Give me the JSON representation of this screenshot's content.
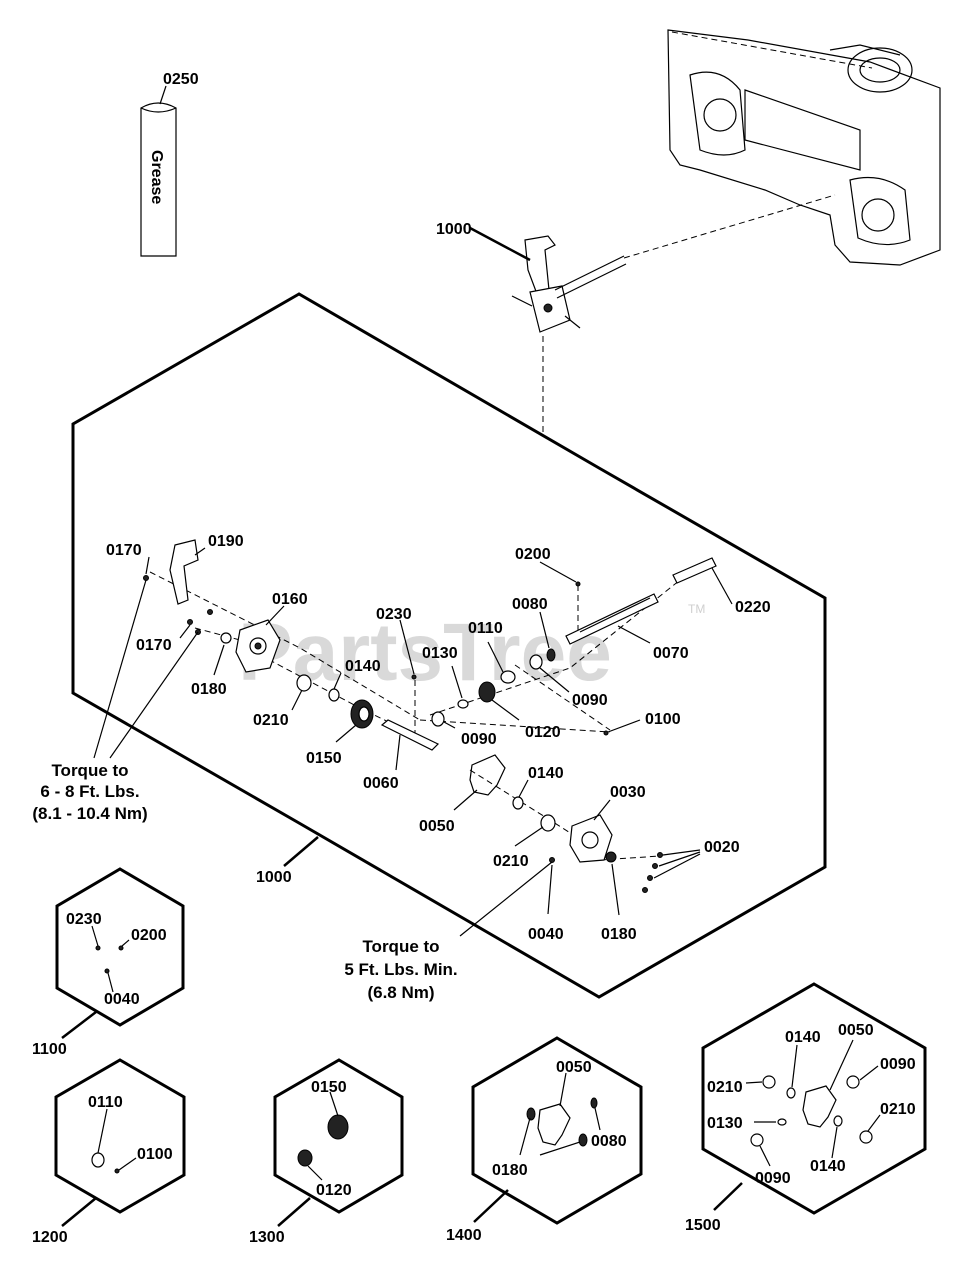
{
  "watermark": "PartsTree",
  "trademark": "TM",
  "grease_text": "Grease",
  "labels": {
    "p0250": "0250",
    "p1000_top": "1000",
    "p0170_a": "0170",
    "p0190": "0190",
    "p0160": "0160",
    "p0170_b": "0170",
    "p0180_a": "0180",
    "p0230": "0230",
    "p0140_a": "0140",
    "p0210_a": "0210",
    "p0150": "0150",
    "p0060": "0060",
    "p0200": "0200",
    "p0220": "0220",
    "p0080": "0080",
    "p0110": "0110",
    "p0070": "0070",
    "p0130": "0130",
    "p0090_a": "0090",
    "p0120": "0120",
    "p0090_b": "0090",
    "p0100": "0100",
    "p0140_b": "0140",
    "p0050": "0050",
    "p0030": "0030",
    "p0210_b": "0210",
    "p0020": "0020",
    "p0040": "0040",
    "p0180_b": "0180",
    "p1000_bottom": "1000"
  },
  "torque_left": [
    "Torque to",
    "6 - 8 Ft. Lbs.",
    "(8.1 - 10.4 Nm)"
  ],
  "torque_bottom": [
    "Torque to",
    "5 Ft. Lbs. Min.",
    "(6.8 Nm)"
  ],
  "kits": {
    "k1100": {
      "id": "1100",
      "parts": [
        "0230",
        "0200",
        "0040"
      ]
    },
    "k1200": {
      "id": "1200",
      "parts": [
        "0110",
        "0100"
      ]
    },
    "k1300": {
      "id": "1300",
      "parts": [
        "0150",
        "0120"
      ]
    },
    "k1400": {
      "id": "1400",
      "parts": [
        "0050",
        "0180",
        "0080"
      ]
    },
    "k1500": {
      "id": "1500",
      "parts": [
        "0140",
        "0050",
        "0090",
        "0210",
        "0130",
        "0210",
        "0090",
        "0140"
      ]
    }
  }
}
